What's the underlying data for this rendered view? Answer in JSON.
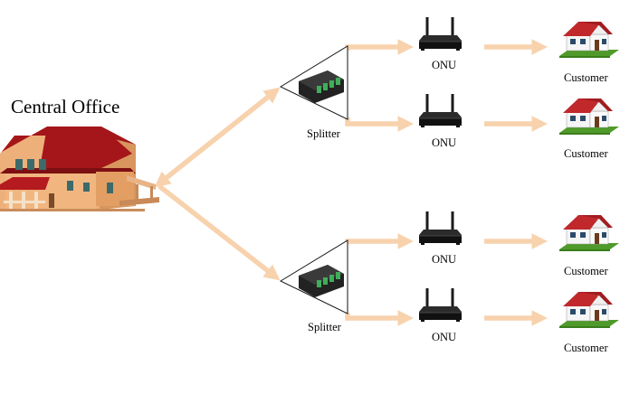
{
  "diagram": {
    "central_office_label": "Central Office",
    "splitters": [
      {
        "label": "Splitter"
      },
      {
        "label": "Splitter"
      }
    ],
    "onus": [
      {
        "label": "ONU"
      },
      {
        "label": "ONU"
      },
      {
        "label": "ONU"
      },
      {
        "label": "ONU"
      }
    ],
    "customers": [
      {
        "label": "Customer"
      },
      {
        "label": "Customer"
      },
      {
        "label": "Customer"
      },
      {
        "label": "Customer"
      }
    ],
    "colors": {
      "link": "#f7d2ad",
      "house_roof_co": "#a5161a",
      "house_wall_co": "#eeb07a",
      "customer_roof": "#c0282c",
      "customer_grass": "#4f9a2a",
      "device_body": "#1b1b1b",
      "splitter_port": "#3fae5a"
    }
  }
}
